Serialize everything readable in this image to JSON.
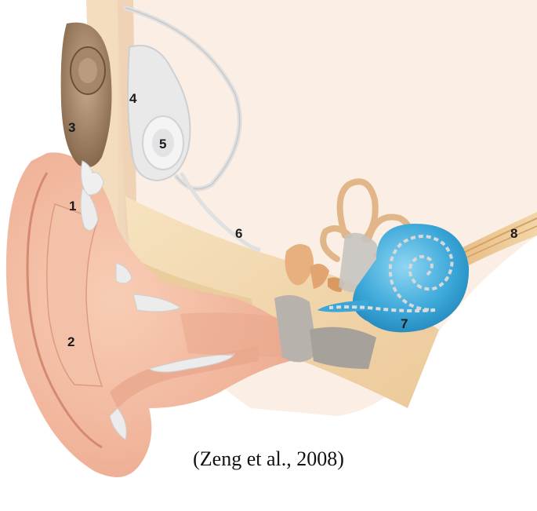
{
  "figure": {
    "subject": "cochlear implant in the human ear",
    "labels": [
      {
        "id": "label-1",
        "text": "1"
      },
      {
        "id": "label-2",
        "text": "2"
      },
      {
        "id": "label-3",
        "text": "3"
      },
      {
        "id": "label-4",
        "text": "4"
      },
      {
        "id": "label-5",
        "text": "5"
      },
      {
        "id": "label-6",
        "text": "6"
      },
      {
        "id": "label-7",
        "text": "7"
      },
      {
        "id": "label-8",
        "text": "8"
      }
    ],
    "caption": "(Zeng et al., 2008)"
  },
  "colors": {
    "skin": "#f0b89f",
    "skin_dark": "#d9917a",
    "bone": "#f1d6a8",
    "cartilage": "#ececec",
    "cochlea": "#3aa7d8",
    "nerve": "#e8c48e",
    "device": "#e9e9ea",
    "processor": "#9b7b5e"
  }
}
